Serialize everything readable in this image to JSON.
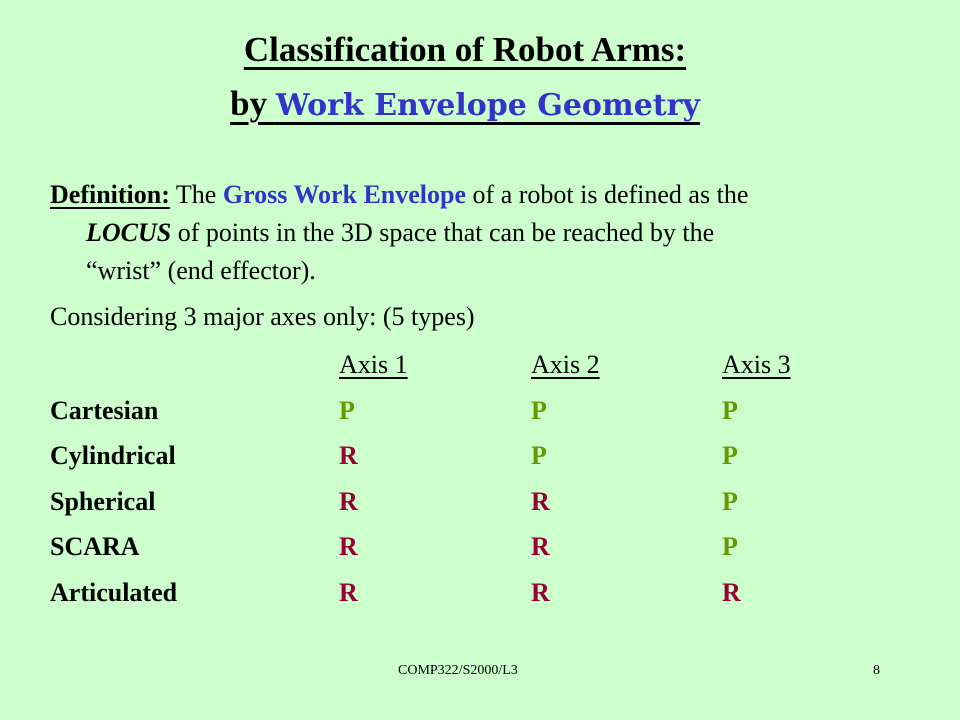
{
  "title": {
    "line1": "Classification of Robot Arms:",
    "line2_prefix": "by ",
    "line2_accent": "Work Envelope Geometry"
  },
  "definition": {
    "label": "Definition:",
    "text1": " The ",
    "highlight": "Gross Work Envelope",
    "text2": " of a robot is defined as the",
    "locus": "LOCUS",
    "text3": " of points in the 3D space that can be reached by the",
    "text4": "“wrist” (end effector)."
  },
  "considering": "Considering 3 major axes only:  (5 types)",
  "table": {
    "headers": [
      "Axis 1",
      "Axis 2",
      "Axis 3"
    ],
    "rows": [
      {
        "name": "Cartesian",
        "axes": [
          "P",
          "P",
          "P"
        ]
      },
      {
        "name": "Cylindrical",
        "axes": [
          "R",
          "P",
          "P"
        ]
      },
      {
        "name": "Spherical",
        "axes": [
          "R",
          "R",
          "P"
        ]
      },
      {
        "name": "SCARA",
        "axes": [
          "R",
          "R",
          "P"
        ]
      },
      {
        "name": "Articulated",
        "axes": [
          "R",
          "R",
          "R"
        ]
      }
    ]
  },
  "colors": {
    "background": "#ccffcc",
    "accent_blue": "#3333cc",
    "prismatic": "#669900",
    "revolute": "#990033"
  },
  "footer": {
    "course": "COMP322/S2000/L3",
    "page": "8"
  }
}
